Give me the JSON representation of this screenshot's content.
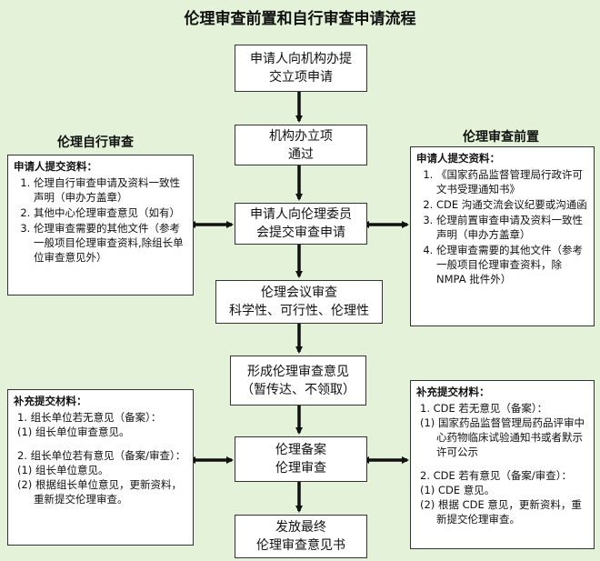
{
  "title": "伦理审查前置和自行审查申请流程",
  "flow": {
    "step1": [
      "申请人向机构办提",
      "交立项申请"
    ],
    "step2": [
      "机构办立项",
      "通过"
    ],
    "step3": [
      "申请人向伦理委员",
      "会提交审查申请"
    ],
    "step4": [
      "伦理会议审查",
      "科学性、可行性、伦理性"
    ],
    "step5": [
      "形成伦理审查意见",
      "（暂传达、不领取）"
    ],
    "step6": [
      "伦理备案",
      "伦理审查"
    ],
    "step7": [
      "发放最终",
      "伦理审查意见书"
    ]
  },
  "left_top": {
    "heading": "伦理自行审查",
    "subhead": "申请人提交资料：",
    "items": [
      "伦理自行审查申请及资料一致性声明（申办方盖章）",
      "其他中心伦理审查意见（如有）",
      "伦理审查需要的其他文件（参考一般项目伦理审查资料,除组长单位审查意见外）"
    ]
  },
  "right_top": {
    "heading": "伦理审查前置",
    "subhead": "申请人提交资料：",
    "items": [
      "《国家药品监督管理局行政许可文书受理通知书》",
      "CDE 沟通交流会议纪要或沟通函",
      "伦理前置审查申请及资料一致性声明（申办方盖章）",
      "伦理审查需要的其他文件（参考一般项目伦理审查资料，除 NMPA 批件外）"
    ]
  },
  "left_bottom": {
    "subhead": "补充提交材料：",
    "lines": [
      "1. 组长单位若无意见（备案）：",
      "(1) 组长单位审查意见。",
      "",
      "2. 组长单位若有意见（备案/审查）：",
      "(1) 组长单位意见。",
      "(2) 根据组长单位意见，更新资料，重新提交伦理审查。"
    ]
  },
  "right_bottom": {
    "subhead": "补充提交材料：",
    "lines": [
      "1. CDE 若无意见（备案）：",
      "(1) 国家药品监督管理局药品评审中心药物临床试验通知书或者默示许可公示",
      "",
      "2. CDE 若有意见（备案/审查）：",
      "(1) CDE 意见。",
      "(2) 根据 CDE 意见，更新资料，重新提交伦理审查。"
    ]
  }
}
